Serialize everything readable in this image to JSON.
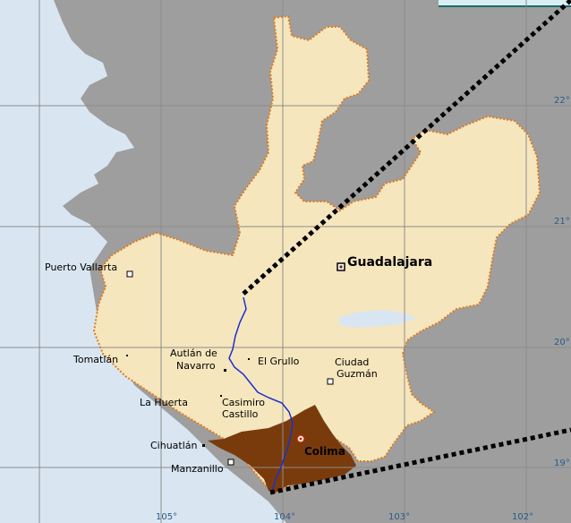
{
  "map": {
    "colors": {
      "water": "#d9e6f2",
      "land_other": "#9e9e9e",
      "jalisco": "#f6e6bd",
      "jalisco_border": "#e07a1e",
      "colima": "#7a3b0c",
      "river": "#1a2fd0",
      "lake": "#d9e6f2",
      "grid": "#8c8c8c",
      "dotted": "#000000",
      "label_blue": "#2a5a8a"
    },
    "cities": {
      "guadalajara": "Guadalajara",
      "puerto_vallarta": "Puerto Vallarta",
      "tomatlan": "Tomatlán",
      "autlan": "Autlán de",
      "autlan2": "Navarro",
      "el_grullo": "El Grullo",
      "ciudad_guzman": "Ciudad",
      "ciudad_guzman2": "Guzmán",
      "la_huerta": "La Huerta",
      "casimiro": "Casimiro",
      "casimiro2": "Castillo",
      "cihuatlan": "Cihuatlán",
      "colima": "Colima",
      "manzanillo": "Manzanillo"
    },
    "latitudes": {
      "l22": "22°",
      "l21": "21°",
      "l20": "20°",
      "l19": "19°"
    },
    "longitudes": {
      "w105": "105°",
      "w104": "104°",
      "w103": "103°",
      "w102": "102°"
    }
  }
}
